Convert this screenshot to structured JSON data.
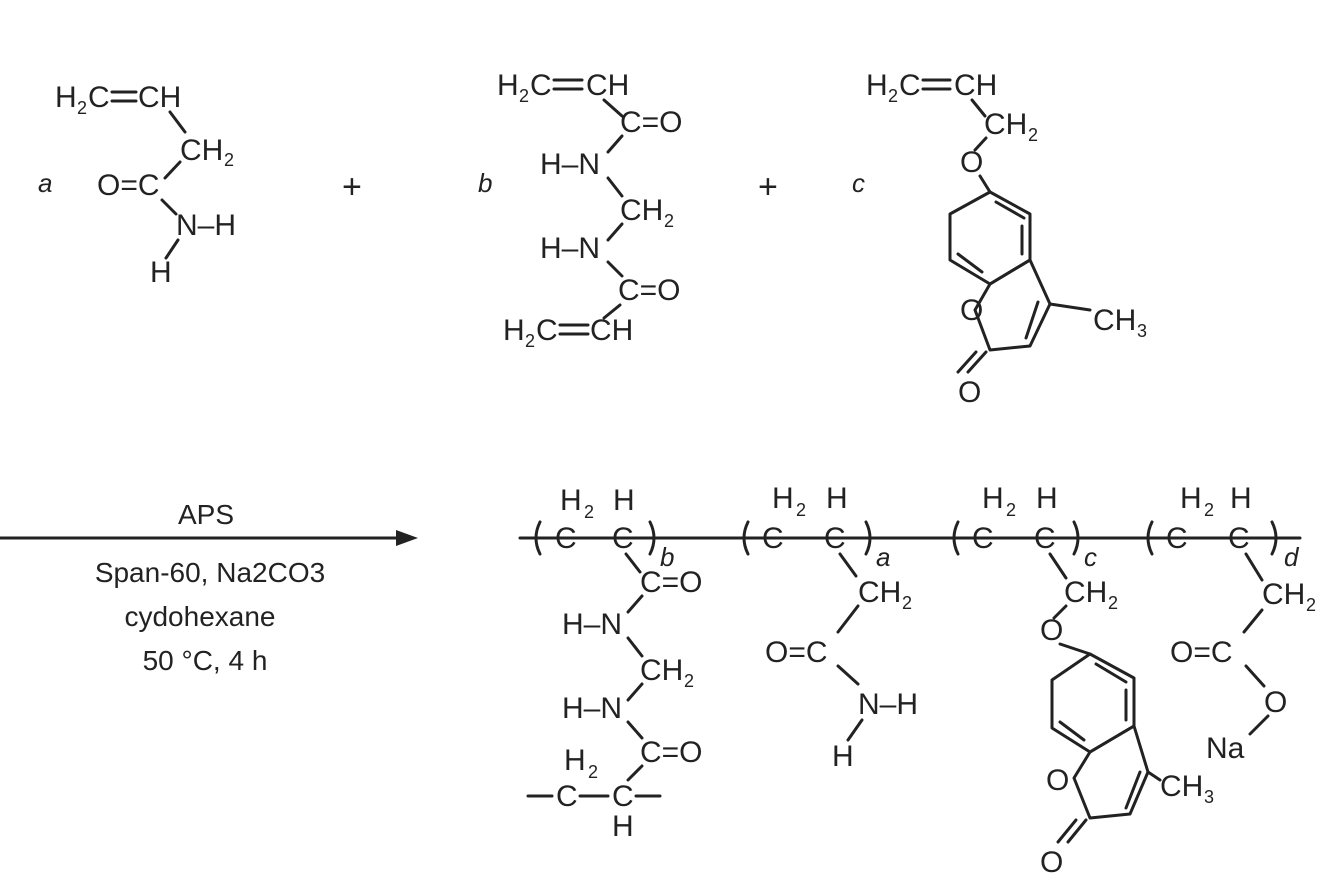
{
  "reactants": [
    {
      "label": "a",
      "lines": [
        "H2C=CH",
        "CH2",
        "O=C",
        "N–H",
        "H"
      ]
    },
    {
      "label": "b",
      "lines": [
        "H2C=CH",
        "C=O",
        "H–N",
        "CH2",
        "H–N",
        "C=O",
        "H2C=CH"
      ]
    },
    {
      "label": "c",
      "lines": [
        "H2C=CH",
        "CH2",
        "O",
        "O",
        "O",
        "CH3"
      ]
    }
  ],
  "plus_sign": "+",
  "conditions": {
    "reagent": "APS",
    "line2": "Span-60, Na2CO3",
    "line3": "cydohexane",
    "line4": "50 °C, 4 h"
  },
  "product": {
    "unit_labels": [
      "b",
      "a",
      "c",
      "d"
    ],
    "sodium": "Na"
  },
  "glyphs": {
    "H": "H",
    "C": "C",
    "N": "N",
    "O": "O",
    "sub2": "2",
    "sub3": "3",
    "hn": "H–N",
    "nh": "N–H",
    "ch": "CH",
    "co": "C=O",
    "oc": "O=C",
    "ch3": "CH"
  }
}
